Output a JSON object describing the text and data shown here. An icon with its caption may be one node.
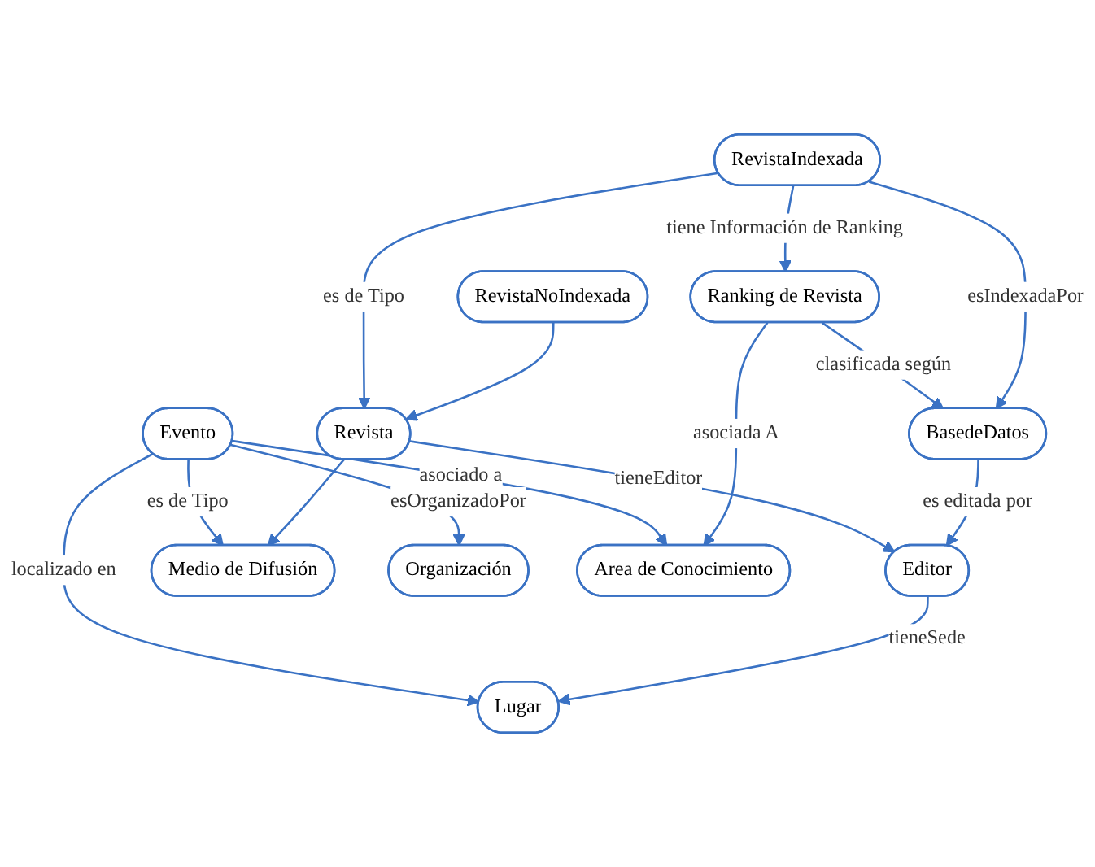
{
  "diagram": {
    "nodes": [
      {
        "text": [
          "Lugar"
        ]
      },
      {
        "text": [
          "Editor"
        ]
      },
      {
        "text": [
          "Medio de Difusión"
        ]
      },
      {
        "text": [
          "Evento"
        ]
      },
      {
        "text": [
          "Revista"
        ]
      },
      {
        "text": [
          "Organización"
        ]
      },
      {
        "text": [
          "RevistaIndexada"
        ]
      },
      {
        "text": [
          "Ranking de Revista"
        ]
      },
      {
        "text": [
          "RevistaNoIndexada"
        ]
      },
      {
        "text": [
          "Area de Conocimiento"
        ]
      },
      {
        "text": [
          "BasedeDatos"
        ]
      }
    ],
    "edges": [
      {
        "from": 3,
        "to": 0,
        "arrow": "to",
        "label": "localizado en"
      },
      {
        "from": 1,
        "to": 0,
        "arrow": "to",
        "label": "tieneSede"
      },
      {
        "from": 3,
        "to": 2,
        "arrow": "to",
        "label": "es de Tipo"
      },
      {
        "from": 4,
        "to": 2,
        "arrow": "to"
      },
      {
        "from": 4,
        "to": 1,
        "arrow": "to",
        "label": "tieneEditor"
      },
      {
        "from": 3,
        "to": 5,
        "arrow": "to",
        "label": "esOrganizadoPor"
      },
      {
        "from": 3,
        "to": 9,
        "arrow": "to",
        "label": "asociado a"
      },
      {
        "from": 6,
        "to": 4,
        "arrow": "to",
        "label": "es de Tipo"
      },
      {
        "from": 8,
        "to": 4,
        "arrow": "to"
      },
      {
        "from": 6,
        "to": 7,
        "arrow": "to",
        "label": "tiene Información de Ranking"
      },
      {
        "from": 7,
        "to": 9,
        "arrow": "to",
        "label": "asociada A"
      },
      {
        "from": 7,
        "to": 10,
        "arrow": "to",
        "label": "clasificada según"
      },
      {
        "from": 6,
        "to": 10,
        "arrow": "to",
        "label": "esIndexadaPor"
      },
      {
        "from": 10,
        "to": 1,
        "arrow": "to",
        "label": "es editada por"
      }
    ]
  }
}
